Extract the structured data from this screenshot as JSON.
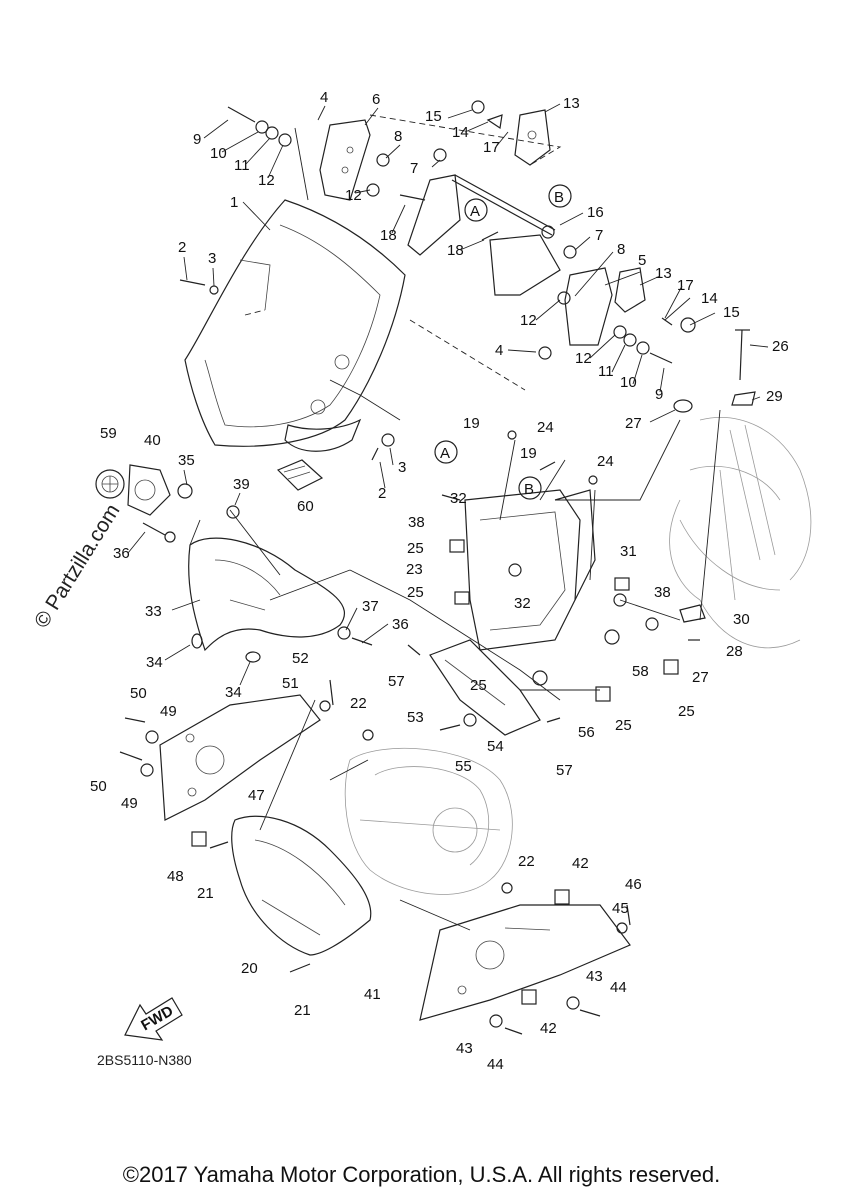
{
  "diagram": {
    "drawing_code": "2BS5110-N380",
    "watermark": "© Partzilla.com",
    "copyright": "©2017 Yamaha Motor Corporation, U.S.A. All rights reserved.",
    "fwd_label": "FWD",
    "part_numbers": [
      "1",
      "2",
      "2",
      "3",
      "3",
      "4",
      "4",
      "5",
      "6",
      "7",
      "7",
      "8",
      "8",
      "9",
      "9",
      "10",
      "10",
      "11",
      "11",
      "12",
      "12",
      "12",
      "12",
      "13",
      "13",
      "14",
      "14",
      "15",
      "15",
      "16",
      "17",
      "17",
      "18",
      "18",
      "19",
      "19",
      "20",
      "21",
      "21",
      "22",
      "22",
      "23",
      "24",
      "24",
      "25",
      "25",
      "25",
      "25",
      "25",
      "26",
      "27",
      "27",
      "28",
      "29",
      "30",
      "31",
      "32",
      "32",
      "33",
      "34",
      "34",
      "35",
      "36",
      "36",
      "37",
      "38",
      "38",
      "39",
      "40",
      "41",
      "42",
      "42",
      "43",
      "43",
      "44",
      "44",
      "45",
      "46",
      "47",
      "48",
      "49",
      "49",
      "50",
      "50",
      "51",
      "52",
      "53",
      "54",
      "55",
      "56",
      "57",
      "57",
      "58",
      "59",
      "60"
    ],
    "reference_marks": [
      "A",
      "A",
      "B",
      "B"
    ]
  }
}
